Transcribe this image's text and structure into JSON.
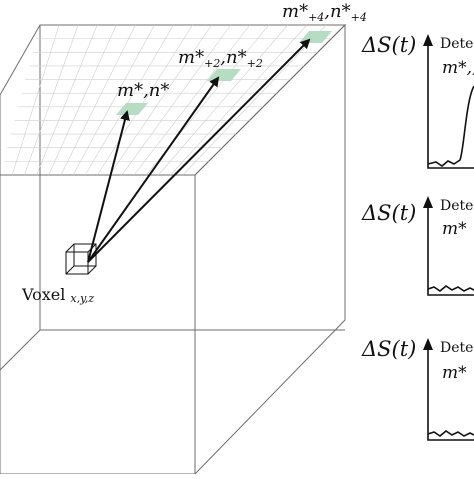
{
  "voxel": {
    "label": "Voxel",
    "coords": "x,y,z"
  },
  "detectors": [
    {
      "base": "m*,n*",
      "label": "m*,n*",
      "sub1": "",
      "sep": "",
      "sub2": ""
    },
    {
      "base": "m*",
      "sub1": "+2",
      "sep": ",n*",
      "sub2": "+2"
    },
    {
      "base": "m*",
      "sub1": "+4",
      "sep": ",n*",
      "sub2": "+4"
    }
  ],
  "panels": [
    {
      "delta": "ΔS(t)",
      "text": "Detec",
      "sub": "m*,,"
    },
    {
      "delta": "ΔS(t)",
      "text": "Detec",
      "sub": "m*"
    },
    {
      "delta": "ΔS(t)",
      "text": "Detec",
      "sub": "m*"
    }
  ],
  "colors": {
    "patch": "#b6dcc4",
    "line": "#111111",
    "edge": "#6e6e6e"
  }
}
